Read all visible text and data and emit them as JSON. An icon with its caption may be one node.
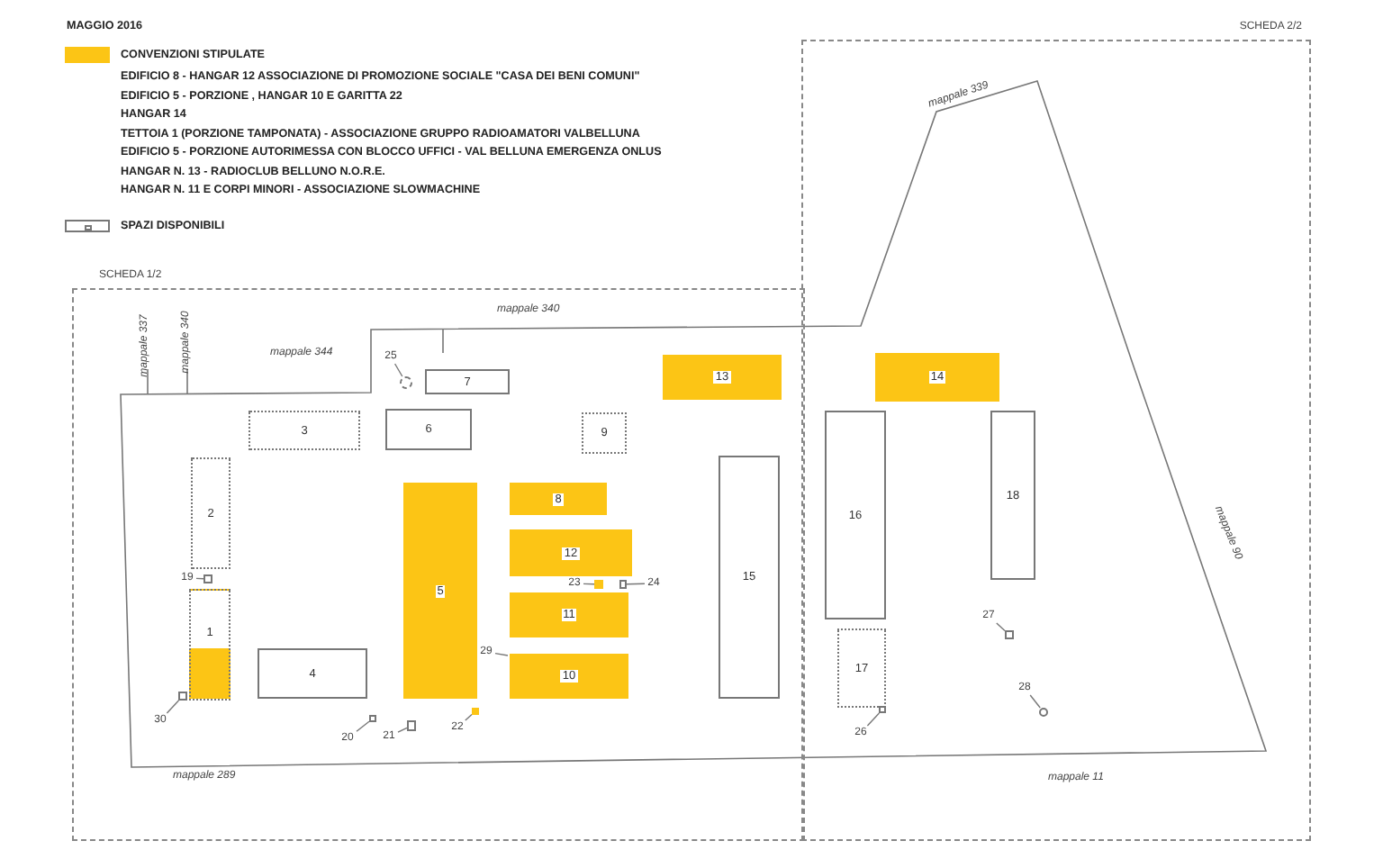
{
  "diagram": {
    "title": "MAGGIO 2016",
    "nodes": [
      {
        "text": [
          "SCHEDA 2/2"
        ]
      },
      {
        "text": [
          "SCHEDA 1/2"
        ]
      },
      {
        "text": [
          "1"
        ],
        "in": 1
      },
      {
        "text": [
          "2"
        ],
        "in": 1
      },
      {
        "text": [
          "3"
        ],
        "in": 1
      },
      {
        "text": [
          "4"
        ],
        "in": 1
      },
      {
        "text": [
          "5"
        ],
        "in": 1
      },
      {
        "text": [
          "6"
        ],
        "in": 1
      },
      {
        "text": [
          "7"
        ],
        "in": 1
      },
      {
        "text": [
          "8"
        ],
        "in": 1
      },
      {
        "text": [
          "9"
        ],
        "in": 1
      },
      {
        "text": [
          "10"
        ],
        "in": 1
      },
      {
        "text": [
          "11"
        ],
        "in": 1
      },
      {
        "text": [
          "12"
        ],
        "in": 1
      },
      {
        "text": [
          "13"
        ],
        "in": 1
      },
      {
        "text": [
          "14"
        ],
        "in": 0
      },
      {
        "text": [
          "15"
        ],
        "in": 1
      },
      {
        "text": [
          "16"
        ],
        "in": 0
      },
      {
        "text": [
          "17"
        ],
        "in": 0
      },
      {
        "text": [
          "18"
        ],
        "in": 0
      },
      {
        "text": [
          "19"
        ],
        "in": 1
      },
      {
        "text": [],
        "shape": "box",
        "in": 1
      },
      {
        "text": [
          "20"
        ],
        "in": 1
      },
      {
        "text": [],
        "shape": "box",
        "in": 1
      },
      {
        "text": [
          "21"
        ],
        "in": 1
      },
      {
        "text": [],
        "shape": "box",
        "in": 1
      },
      {
        "text": [
          "22"
        ],
        "in": 1
      },
      {
        "text": [],
        "shape": "box",
        "in": 1
      },
      {
        "text": [
          "23"
        ],
        "in": 1
      },
      {
        "text": [],
        "shape": "box",
        "in": 1
      },
      {
        "text": [
          "24"
        ],
        "in": 1
      },
      {
        "text": [],
        "shape": "box",
        "in": 1
      },
      {
        "text": [
          "25"
        ],
        "in": 1
      },
      {
        "text": [],
        "shape": "circle",
        "in": 1
      },
      {
        "text": [
          "26"
        ],
        "in": 0
      },
      {
        "text": [],
        "shape": "box",
        "in": 0
      },
      {
        "text": [
          "27"
        ],
        "in": 0
      },
      {
        "text": [],
        "shape": "box",
        "in": 0
      },
      {
        "text": [
          "28"
        ],
        "in": 0
      },
      {
        "text": [],
        "shape": "circle",
        "in": 0
      },
      {
        "text": [
          "29"
        ],
        "in": 1
      },
      {
        "text": [
          "30"
        ],
        "in": 1
      },
      {
        "text": [],
        "shape": "box",
        "in": 1
      }
    ],
    "edges": [
      {
        "from": 20,
        "to": 21,
        "arrow": "none"
      },
      {
        "from": 22,
        "to": 23,
        "arrow": "none"
      },
      {
        "from": 24,
        "to": 25,
        "arrow": "none"
      },
      {
        "from": 26,
        "to": 27,
        "arrow": "none"
      },
      {
        "from": 28,
        "to": 29,
        "arrow": "none"
      },
      {
        "from": 30,
        "to": 31,
        "arrow": "none"
      },
      {
        "from": 32,
        "to": 33,
        "arrow": "none"
      },
      {
        "from": 34,
        "to": 35,
        "arrow": "none"
      },
      {
        "from": 36,
        "to": 37,
        "arrow": "none"
      },
      {
        "from": 38,
        "to": 39,
        "arrow": "none"
      },
      {
        "from": 40,
        "to": null,
        "arrow": "none"
      },
      {
        "from": 41,
        "to": 42,
        "arrow": "none"
      }
    ],
    "labels": [
      "EDIFICIO 8 - HANGAR 12 ASSOCIAZIONE DI PROMOZIONE SOCIALE \"CASA DEI BENI COMUNI\"",
      "EDIFICIO 5 - PORZIONE , HANGAR 10 E GARITTA 22",
      "HANGAR 14",
      "TETTOIA 1 (PORZIONE TAMPONATA) - ASSOCIAZIONE GRUPPO RADIOAMATORI VALBELLUNA",
      "EDIFICIO 5 - PORZIONE AUTORIMESSA CON BLOCCO UFFICI - VAL BELLUNA EMERGENZA ONLUS",
      "HANGAR N. 13 - RADIOCLUB BELLUNO N.O.R.E.",
      "HANGAR N. 11 E CORPI MINORI - ASSOCIAZIONE SLOWMACHINE",
      "mappale 339",
      "mappale 340",
      "mappale 337",
      "mappale 340",
      "mappale 344",
      "mappale 90",
      "mappale 289",
      "mappale 11"
    ],
    "legend": [
      {
        "text": "CONVENZIONI STIPULATE",
        "color": "#fcc515"
      },
      {
        "text": "SPAZI DISPONIBILI"
      }
    ]
  }
}
